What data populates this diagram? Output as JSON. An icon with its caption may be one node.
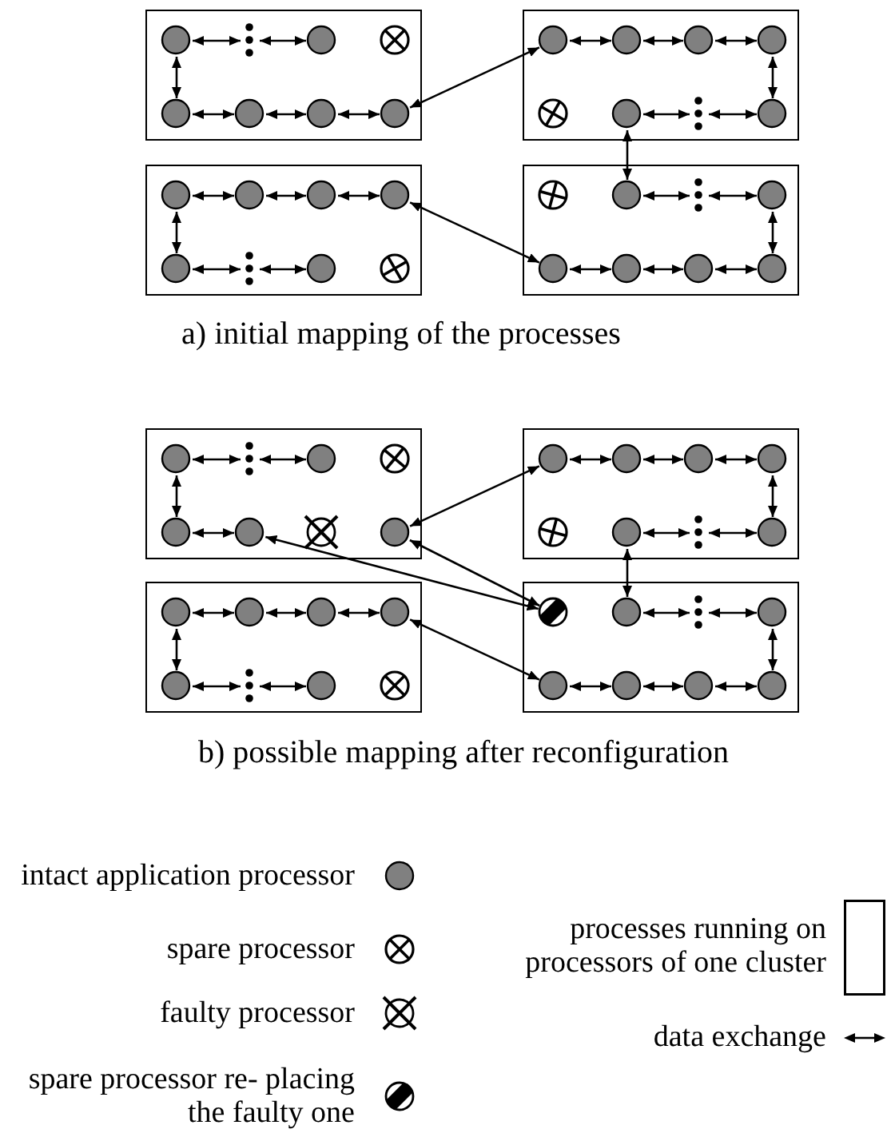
{
  "diagram": {
    "nodes": [
      {
        "text": [],
        "shape": "box"
      },
      {
        "text": [],
        "shape": "circle",
        "in": 0
      },
      {
        "text": [],
        "shape": "dots",
        "in": 0
      },
      {
        "text": [],
        "shape": "circle",
        "in": 0
      },
      {
        "text": [],
        "shape": "circle",
        "in": 0
      },
      {
        "text": [],
        "shape": "circle",
        "in": 0
      },
      {
        "text": [],
        "shape": "circle",
        "in": 0
      },
      {
        "text": [],
        "shape": "circle",
        "in": 0
      },
      {
        "text": [],
        "shape": "circle",
        "in": 0
      },
      {
        "text": [],
        "shape": "box"
      },
      {
        "text": [],
        "shape": "circle",
        "in": 9
      },
      {
        "text": [],
        "shape": "circle",
        "in": 9
      },
      {
        "text": [],
        "shape": "circle",
        "in": 9
      },
      {
        "text": [],
        "shape": "circle",
        "in": 9
      },
      {
        "text": [],
        "shape": "circle",
        "in": 9
      },
      {
        "text": [],
        "shape": "circle",
        "in": 9
      },
      {
        "text": [],
        "shape": "dots",
        "in": 9
      },
      {
        "text": [],
        "shape": "circle",
        "in": 9
      },
      {
        "text": [],
        "shape": "box"
      },
      {
        "text": [],
        "shape": "circle",
        "in": 18
      },
      {
        "text": [],
        "shape": "circle",
        "in": 18
      },
      {
        "text": [],
        "shape": "circle",
        "in": 18
      },
      {
        "text": [],
        "shape": "circle",
        "in": 18
      },
      {
        "text": [],
        "shape": "circle",
        "in": 18
      },
      {
        "text": [],
        "shape": "dots",
        "in": 18
      },
      {
        "text": [],
        "shape": "circle",
        "in": 18
      },
      {
        "text": [],
        "shape": "circle",
        "in": 18
      },
      {
        "text": [],
        "shape": "box"
      },
      {
        "text": [],
        "shape": "circle",
        "in": 27
      },
      {
        "text": [],
        "shape": "circle",
        "in": 27
      },
      {
        "text": [],
        "shape": "dots",
        "in": 27
      },
      {
        "text": [],
        "shape": "circle",
        "in": 27
      },
      {
        "text": [],
        "shape": "circle",
        "in": 27
      },
      {
        "text": [],
        "shape": "circle",
        "in": 27
      },
      {
        "text": [],
        "shape": "circle",
        "in": 27
      },
      {
        "text": [],
        "shape": "circle",
        "in": 27
      },
      {
        "text": [],
        "shape": "box"
      },
      {
        "text": [],
        "shape": "circle",
        "in": 36
      },
      {
        "text": [],
        "shape": "dots",
        "in": 36
      },
      {
        "text": [],
        "shape": "circle",
        "in": 36
      },
      {
        "text": [],
        "shape": "circle",
        "in": 36
      },
      {
        "text": [],
        "shape": "circle",
        "in": 36
      },
      {
        "text": [],
        "shape": "circle",
        "in": 36
      },
      {
        "text": [],
        "shape": "circle",
        "in": 36
      },
      {
        "text": [],
        "shape": "circle",
        "in": 36
      },
      {
        "text": [],
        "shape": "box"
      },
      {
        "text": [],
        "shape": "circle",
        "in": 45
      },
      {
        "text": [],
        "shape": "circle",
        "in": 45
      },
      {
        "text": [],
        "shape": "circle",
        "in": 45
      },
      {
        "text": [],
        "shape": "circle",
        "in": 45
      },
      {
        "text": [],
        "shape": "circle",
        "in": 45
      },
      {
        "text": [],
        "shape": "circle",
        "in": 45
      },
      {
        "text": [],
        "shape": "dots",
        "in": 45
      },
      {
        "text": [],
        "shape": "circle",
        "in": 45
      },
      {
        "text": [],
        "shape": "box"
      },
      {
        "text": [],
        "shape": "circle",
        "in": 54
      },
      {
        "text": [],
        "shape": "circle",
        "in": 54
      },
      {
        "text": [],
        "shape": "circle",
        "in": 54
      },
      {
        "text": [],
        "shape": "circle",
        "in": 54
      },
      {
        "text": [],
        "shape": "circle",
        "in": 54
      },
      {
        "text": [],
        "shape": "dots",
        "in": 54
      },
      {
        "text": [],
        "shape": "circle",
        "in": 54
      },
      {
        "text": [],
        "shape": "circle",
        "in": 54
      },
      {
        "text": [],
        "shape": "box"
      },
      {
        "text": [],
        "shape": "circle",
        "in": 63
      },
      {
        "text": [],
        "shape": "circle",
        "in": 63
      },
      {
        "text": [],
        "shape": "dots",
        "in": 63
      },
      {
        "text": [],
        "shape": "circle",
        "in": 63
      },
      {
        "text": [],
        "shape": "circle",
        "in": 63
      },
      {
        "text": [],
        "shape": "circle",
        "in": 63
      },
      {
        "text": [],
        "shape": "circle",
        "in": 63
      },
      {
        "text": [],
        "shape": "circle",
        "in": 63
      }
    ],
    "edges": [
      {
        "from": 1,
        "to": 2,
        "arrow": "both"
      },
      {
        "from": 2,
        "to": 3,
        "arrow": "both"
      },
      {
        "from": 1,
        "to": 5,
        "arrow": "both"
      },
      {
        "from": 5,
        "to": 6,
        "arrow": "both"
      },
      {
        "from": 6,
        "to": 7,
        "arrow": "both"
      },
      {
        "from": 7,
        "to": 8,
        "arrow": "both"
      },
      {
        "from": 10,
        "to": 11,
        "arrow": "both"
      },
      {
        "from": 11,
        "to": 12,
        "arrow": "both"
      },
      {
        "from": 12,
        "to": 13,
        "arrow": "both"
      },
      {
        "from": 13,
        "to": 17,
        "arrow": "both"
      },
      {
        "from": 15,
        "to": 16,
        "arrow": "both"
      },
      {
        "from": 16,
        "to": 17,
        "arrow": "both"
      },
      {
        "from": 19,
        "to": 20,
        "arrow": "both"
      },
      {
        "from": 20,
        "to": 21,
        "arrow": "both"
      },
      {
        "from": 21,
        "to": 22,
        "arrow": "both"
      },
      {
        "from": 19,
        "to": 23,
        "arrow": "both"
      },
      {
        "from": 23,
        "to": 24,
        "arrow": "both"
      },
      {
        "from": 24,
        "to": 25,
        "arrow": "both"
      },
      {
        "from": 29,
        "to": 30,
        "arrow": "both"
      },
      {
        "from": 30,
        "to": 31,
        "arrow": "both"
      },
      {
        "from": 31,
        "to": 35,
        "arrow": "both"
      },
      {
        "from": 32,
        "to": 33,
        "arrow": "both"
      },
      {
        "from": 33,
        "to": 34,
        "arrow": "both"
      },
      {
        "from": 34,
        "to": 35,
        "arrow": "both"
      },
      {
        "from": 8,
        "to": 10,
        "arrow": "both"
      },
      {
        "from": 15,
        "to": 29,
        "arrow": "both"
      },
      {
        "from": 22,
        "to": 32,
        "arrow": "both"
      },
      {
        "from": 37,
        "to": 38,
        "arrow": "both"
      },
      {
        "from": 38,
        "to": 39,
        "arrow": "both"
      },
      {
        "from": 37,
        "to": 41,
        "arrow": "both"
      },
      {
        "from": 41,
        "to": 42,
        "arrow": "both"
      },
      {
        "from": 46,
        "to": 47,
        "arrow": "both"
      },
      {
        "from": 47,
        "to": 48,
        "arrow": "both"
      },
      {
        "from": 48,
        "to": 49,
        "arrow": "both"
      },
      {
        "from": 49,
        "to": 53,
        "arrow": "both"
      },
      {
        "from": 51,
        "to": 52,
        "arrow": "both"
      },
      {
        "from": 52,
        "to": 53,
        "arrow": "both"
      },
      {
        "from": 55,
        "to": 56,
        "arrow": "both"
      },
      {
        "from": 56,
        "to": 57,
        "arrow": "both"
      },
      {
        "from": 57,
        "to": 58,
        "arrow": "both"
      },
      {
        "from": 55,
        "to": 59,
        "arrow": "both"
      },
      {
        "from": 59,
        "to": 60,
        "arrow": "both"
      },
      {
        "from": 60,
        "to": 61,
        "arrow": "both"
      },
      {
        "from": 65,
        "to": 66,
        "arrow": "both"
      },
      {
        "from": 66,
        "to": 67,
        "arrow": "both"
      },
      {
        "from": 67,
        "to": 71,
        "arrow": "both"
      },
      {
        "from": 68,
        "to": 69,
        "arrow": "both"
      },
      {
        "from": 69,
        "to": 70,
        "arrow": "both"
      },
      {
        "from": 70,
        "to": 71,
        "arrow": "both"
      },
      {
        "from": 44,
        "to": 46,
        "arrow": "both"
      },
      {
        "from": 51,
        "to": 65,
        "arrow": "both"
      },
      {
        "from": 58,
        "to": 68,
        "arrow": "both"
      },
      {
        "from": 64,
        "to": 42,
        "arrow": "both"
      },
      {
        "from": 64,
        "to": 44,
        "arrow": "both"
      }
    ],
    "labels": [
      "a) initial mapping of the processes",
      "b) possible mapping after reconfiguration"
    ],
    "legend": [
      {
        "text": "intact application processor"
      },
      {
        "text": "spare processor"
      },
      {
        "text": "faulty processor"
      },
      {
        "text": "spare processor re- placing the faulty one"
      },
      {
        "text": "processes running on processors of one cluster"
      },
      {
        "text": "data exchange"
      }
    ]
  }
}
